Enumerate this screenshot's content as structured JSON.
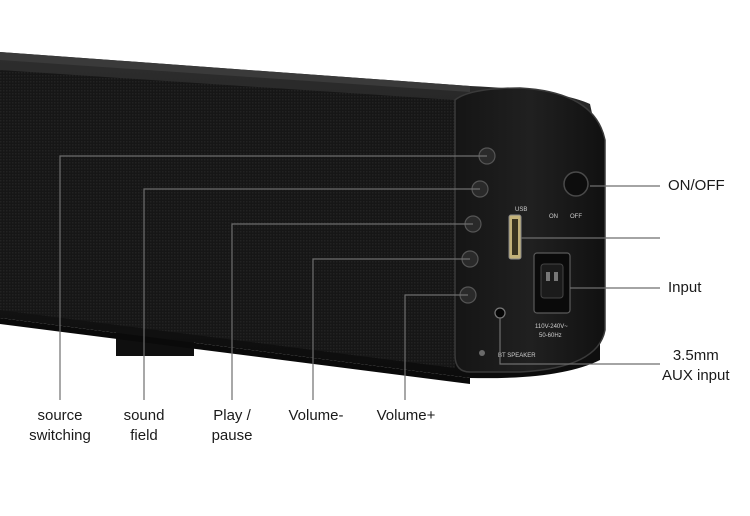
{
  "labels": {
    "source_switching": {
      "line1": "source",
      "line2": "switching"
    },
    "sound_field": {
      "line1": "sound",
      "line2": "field"
    },
    "play_pause": {
      "line1": "Play /",
      "line2": "pause"
    },
    "volume_minus": "Volume-",
    "volume_plus": "Volume+",
    "on_off": "ON/OFF",
    "input": "Input",
    "aux": {
      "line1": "3.5mm",
      "line2": "AUX input"
    }
  },
  "panel_text": {
    "usb": "USB",
    "on": "ON",
    "off": "OFF",
    "voltage_1": "110V-240V~",
    "voltage_2": "50-60Hz",
    "bt_speaker": "BT SPEAKER"
  },
  "colors": {
    "body": "#1c1c1c",
    "grille": "#141414",
    "leader_line": "#6e6e6e"
  }
}
